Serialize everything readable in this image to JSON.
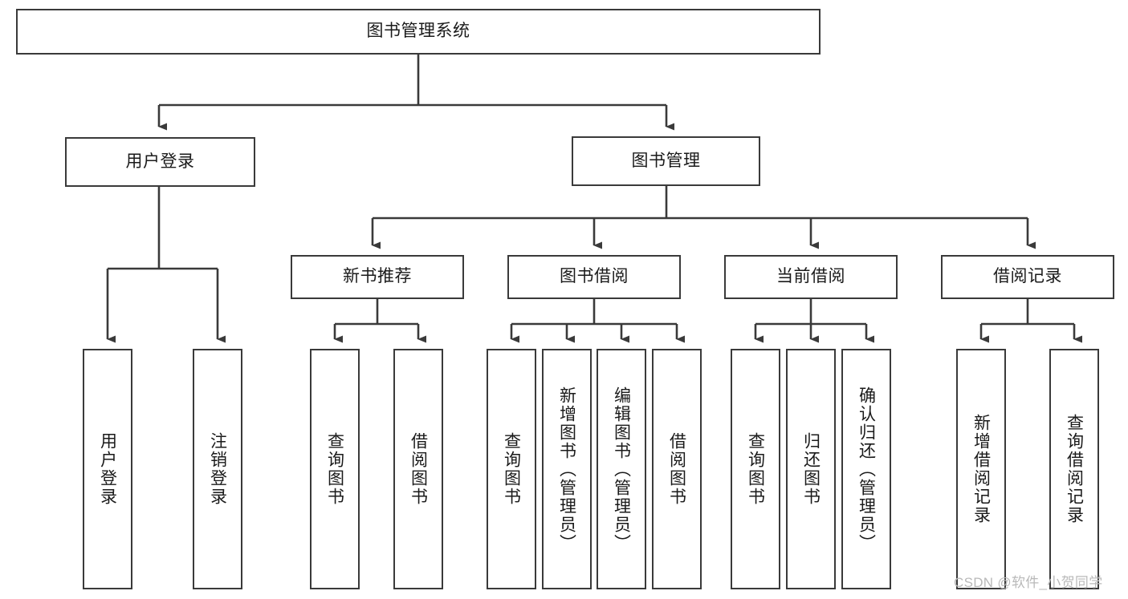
{
  "diagram": {
    "type": "tree",
    "title": "图书管理系统",
    "orientation": "top-down",
    "colors": {
      "box_border": "#3a3a3a",
      "box_fill": "#ffffff",
      "edge": "#3a3a3a",
      "text": "#1a1a1a",
      "watermark": "#b9b9b9",
      "background": "#ffffff"
    },
    "root": {
      "label": "图书管理系统"
    },
    "level2": [
      {
        "id": "user-login",
        "label": "用户登录"
      },
      {
        "id": "book-management",
        "label": "图书管理"
      }
    ],
    "level3": [
      {
        "id": "new-book-recommend",
        "label": "新书推荐",
        "parent": "book-management"
      },
      {
        "id": "book-borrow",
        "label": "图书借阅",
        "parent": "book-management"
      },
      {
        "id": "current-borrow",
        "label": "当前借阅",
        "parent": "book-management"
      },
      {
        "id": "borrow-record",
        "label": "借阅记录",
        "parent": "book-management"
      }
    ],
    "leaves": [
      {
        "id": "leaf-user-login",
        "label": "用户登录",
        "parent": "user-login"
      },
      {
        "id": "leaf-logout-login",
        "label": "注销登录",
        "parent": "user-login"
      },
      {
        "id": "leaf-query-book-1",
        "label": "查询图书",
        "parent": "new-book-recommend"
      },
      {
        "id": "leaf-borrow-book-1",
        "label": "借阅图书",
        "parent": "new-book-recommend"
      },
      {
        "id": "leaf-query-book-2",
        "label": "查询图书",
        "parent": "book-borrow"
      },
      {
        "id": "leaf-add-book",
        "label": "新增图书（管理员）",
        "parent": "book-borrow"
      },
      {
        "id": "leaf-edit-book",
        "label": "编辑图书（管理员）",
        "parent": "book-borrow"
      },
      {
        "id": "leaf-borrow-book-2",
        "label": "借阅图书",
        "parent": "book-borrow"
      },
      {
        "id": "leaf-query-book-3",
        "label": "查询图书",
        "parent": "current-borrow"
      },
      {
        "id": "leaf-return-book",
        "label": "归还图书",
        "parent": "current-borrow"
      },
      {
        "id": "leaf-confirm-return",
        "label": "确认归还（管理员）",
        "parent": "current-borrow"
      },
      {
        "id": "leaf-add-record",
        "label": "新增借阅记录",
        "parent": "borrow-record"
      },
      {
        "id": "leaf-query-record",
        "label": "查询借阅记录",
        "parent": "borrow-record"
      }
    ]
  },
  "watermark": {
    "text": "CSDN @软件_小贺同学"
  }
}
